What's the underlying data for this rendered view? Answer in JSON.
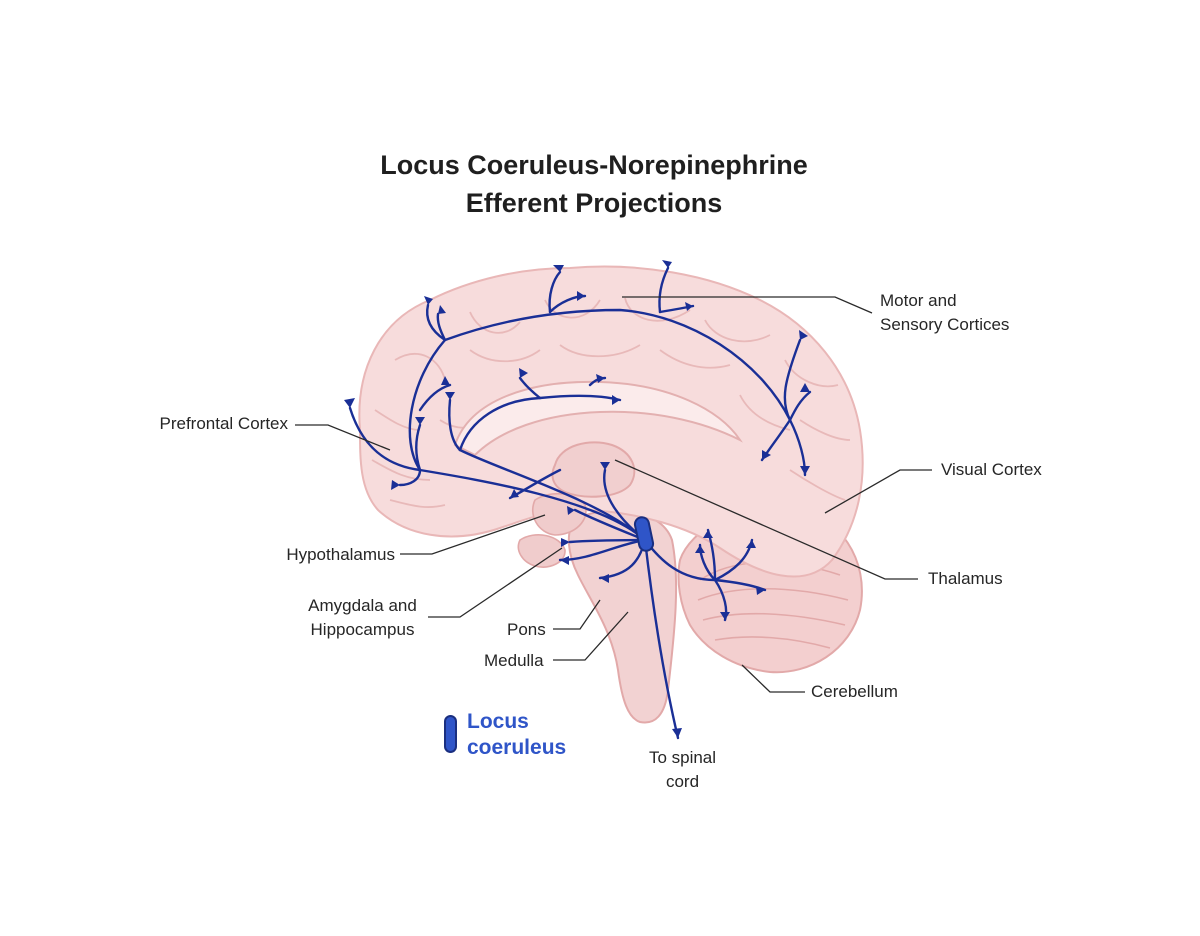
{
  "title": {
    "line1": "Locus Coeruleus-Norepinephrine",
    "line2": "Efferent Projections"
  },
  "labels": {
    "motor_line1": "Motor and",
    "motor_line2": "Sensory Cortices",
    "prefrontal": "Prefrontal Cortex",
    "visual": "Visual Cortex",
    "hypothalamus": "Hypothalamus",
    "thalamus": "Thalamus",
    "amygdala_line1": "Amygdala and",
    "amygdala_line2": "Hippocampus",
    "pons": "Pons",
    "medulla": "Medulla",
    "cerebellum": "Cerebellum",
    "spinal_line1": "To spinal",
    "spinal_line2": "cord"
  },
  "legend": {
    "line1": "Locus",
    "line2": "coeruleus"
  },
  "colors": {
    "pathway": "#1a2f96",
    "locus": "#2f55c8",
    "brain_fill": "#f7dcdc",
    "brain_outline": "#e9b7b7",
    "callout_line": "#2a2a2a"
  }
}
